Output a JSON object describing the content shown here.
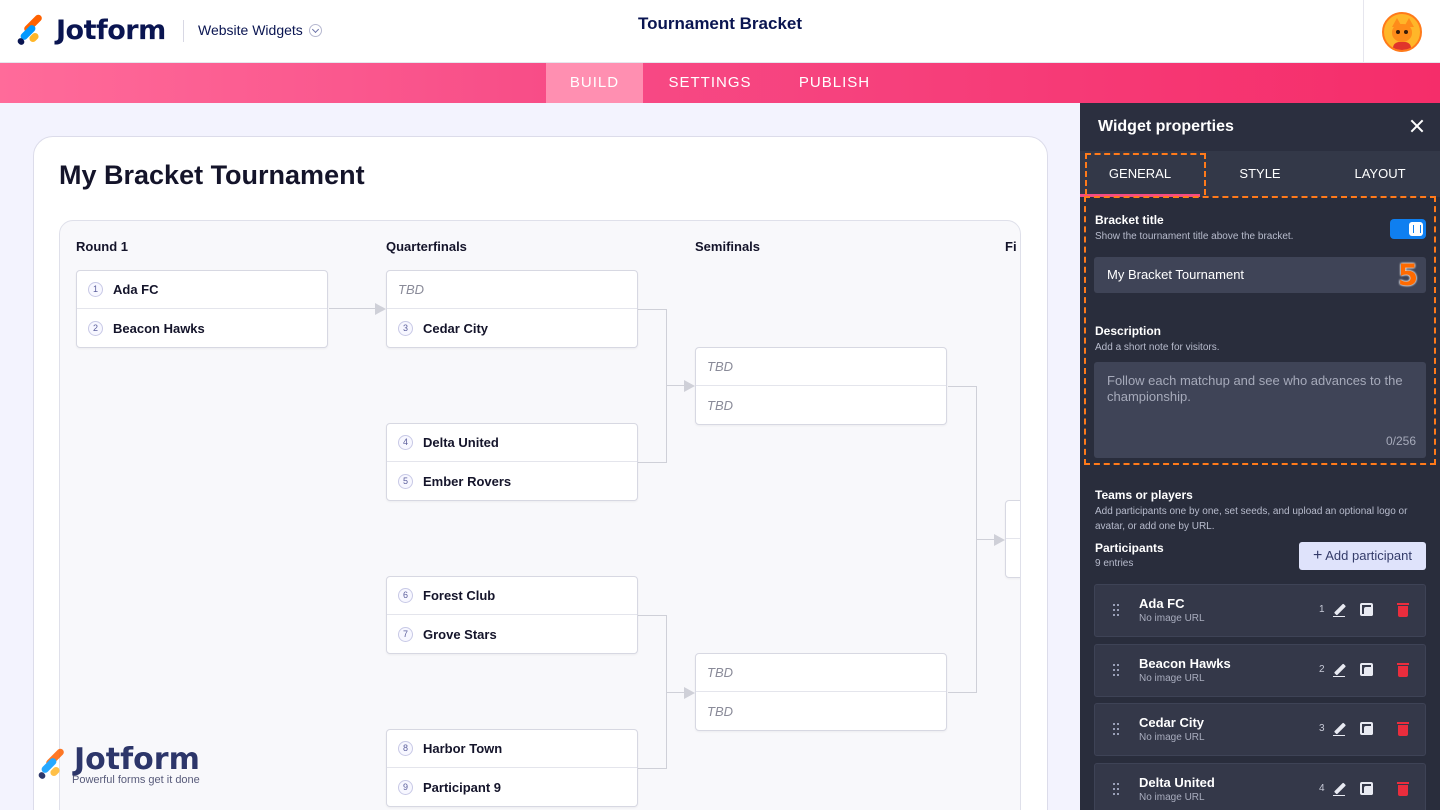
{
  "header": {
    "brand": "Jotform",
    "workspace": "Website Widgets",
    "title": "Tournament Bracket"
  },
  "nav": {
    "tabs": [
      {
        "label": "BUILD",
        "active": true
      },
      {
        "label": "SETTINGS",
        "active": false
      },
      {
        "label": "PUBLISH",
        "active": false
      }
    ]
  },
  "bracket": {
    "title": "My Bracket Tournament",
    "rounds": [
      "Round 1",
      "Quarterfinals",
      "Semifinals",
      "Fi"
    ],
    "matches": {
      "r1m1": [
        {
          "seed": "1",
          "name": "Ada FC"
        },
        {
          "seed": "2",
          "name": "Beacon Hawks"
        }
      ],
      "q1": [
        {
          "seed": "",
          "name": "TBD"
        },
        {
          "seed": "3",
          "name": "Cedar City"
        }
      ],
      "q2": [
        {
          "seed": "4",
          "name": "Delta United"
        },
        {
          "seed": "5",
          "name": "Ember Rovers"
        }
      ],
      "q3": [
        {
          "seed": "6",
          "name": "Forest Club"
        },
        {
          "seed": "7",
          "name": "Grove Stars"
        }
      ],
      "q4": [
        {
          "seed": "8",
          "name": "Harbor Town"
        },
        {
          "seed": "9",
          "name": "Participant 9"
        }
      ],
      "s1": [
        {
          "seed": "",
          "name": "TBD"
        },
        {
          "seed": "",
          "name": "TBD"
        }
      ],
      "s2": [
        {
          "seed": "",
          "name": "TBD"
        },
        {
          "seed": "",
          "name": "TBD"
        }
      ]
    }
  },
  "watermark": {
    "brand": "Jotform",
    "tagline": "Powerful forms get it done"
  },
  "panel": {
    "title": "Widget properties",
    "tabs": [
      "GENERAL",
      "STYLE",
      "LAYOUT"
    ],
    "active_tab": "GENERAL",
    "bracket_title": {
      "label": "Bracket title",
      "hint": "Show the tournament title above the bracket.",
      "enabled": true,
      "value": "My Bracket Tournament",
      "annotation": "5"
    },
    "description": {
      "label": "Description",
      "hint": "Add a short note for visitors.",
      "placeholder": "Follow each matchup and see who advances to the championship.",
      "counter": "0/256"
    },
    "teams": {
      "label": "Teams or players",
      "hint": "Add participants one by one, set seeds, and upload an optional logo or avatar, or add one by URL."
    },
    "participants": {
      "label": "Participants",
      "count": "9 entries",
      "add_label": "Add participant",
      "items": [
        {
          "name": "Ada FC",
          "sub": "No image URL",
          "seed": "1"
        },
        {
          "name": "Beacon Hawks",
          "sub": "No image URL",
          "seed": "2"
        },
        {
          "name": "Cedar City",
          "sub": "No image URL",
          "seed": "3"
        },
        {
          "name": "Delta United",
          "sub": "No image URL",
          "seed": "4"
        }
      ]
    }
  },
  "colors": {
    "brand_pink": "#f74b86",
    "annotation_orange": "#ff7a1a",
    "toggle_blue": "#0f7ff0",
    "delete_red": "#ea2d3d",
    "panel_bg": "#292d3c"
  }
}
